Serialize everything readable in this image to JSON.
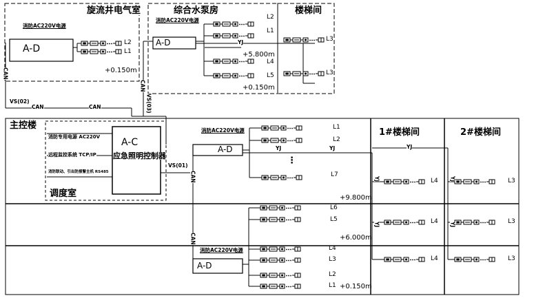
{
  "rooms": {
    "well": "旋流井电气室",
    "pump": "综合水泵房",
    "stair_top": "楼梯间",
    "main": "主控楼",
    "dispatch": "调度室",
    "stair1": "1#楼梯间",
    "stair2": "2#楼梯间"
  },
  "power_label": "消防AC220V电源",
  "dist_box": "A-D",
  "controller": {
    "code": "A-C",
    "name": "应急照明控制器"
  },
  "inputs": [
    {
      "text": "消防专用电源 AC220V"
    },
    {
      "text": "远程监控系统 TCP/IP"
    },
    {
      "text": "消防联动、引出防报警主机 RS485"
    }
  ],
  "cables": {
    "can": "CAN",
    "yj": "YJ",
    "vs01": "VS(01)",
    "vs02": "VS(02)",
    "vs03": "VS(03)"
  },
  "loops": {
    "well": [
      "L2",
      "L1"
    ],
    "pump": [
      "L2",
      "L1",
      "L4",
      "L5"
    ],
    "stair_top": [
      "L3",
      "L3"
    ],
    "main_upper": [
      "L1",
      "L2",
      "L7"
    ],
    "main_mid": [
      "L6",
      "L5"
    ],
    "main_lower": [
      "L4",
      "L3",
      "L2",
      "L1"
    ],
    "stair1": [
      "L4",
      "L4",
      "L4"
    ],
    "stair2": [
      "L3",
      "L3",
      "L3"
    ]
  },
  "elevations": {
    "top_580": "+5.800m",
    "top_015": "+0.150m",
    "well_015": "+0.150m",
    "main_980": "+9.800m",
    "main_600": "+6.000m",
    "main_015": "+0.150m"
  },
  "ellipsis": "...",
  "vdots": "⋮"
}
